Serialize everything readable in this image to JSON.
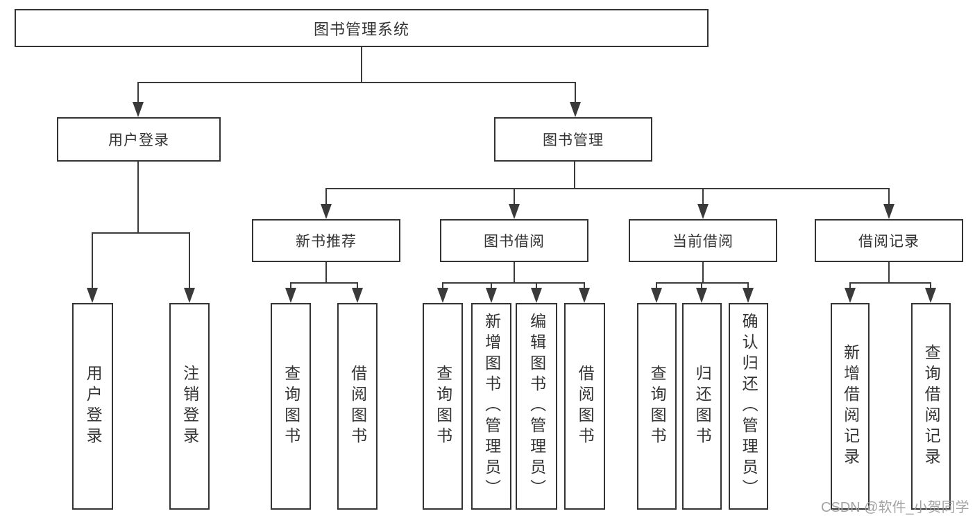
{
  "diagram": {
    "title": "图书管理系统"
  },
  "nodes": {
    "root": {
      "label": "图书管理系统"
    },
    "level2": [
      {
        "label": "用户登录"
      },
      {
        "label": "图书管理"
      }
    ],
    "level3": [
      {
        "label": "新书推荐"
      },
      {
        "label": "图书借阅"
      },
      {
        "label": "当前借阅"
      },
      {
        "label": "借阅记录"
      }
    ],
    "leaves": {
      "user_login": [
        {
          "label": "用户登录"
        },
        {
          "label": "注销登录"
        }
      ],
      "new_book": [
        {
          "label": "查询图书"
        },
        {
          "label": "借阅图书"
        }
      ],
      "book_borrow": [
        {
          "label": "查询图书"
        },
        {
          "label": "新增图书（管理员）"
        },
        {
          "label": "编辑图书（管理员）"
        },
        {
          "label": "借阅图书"
        }
      ],
      "current_borrow": [
        {
          "label": "查询图书"
        },
        {
          "label": "归还图书"
        },
        {
          "label": "确认归还（管理员）"
        }
      ],
      "borrow_record": [
        {
          "label": "新增借阅记录"
        },
        {
          "label": "查询借阅记录"
        }
      ]
    }
  },
  "watermark": {
    "text": "CSDN @软件_小贺同学"
  },
  "colors": {
    "line": "#3a3a3a",
    "border": "#333333",
    "text": "#333333",
    "watermark": "#9e9e9e",
    "background": "#ffffff"
  }
}
